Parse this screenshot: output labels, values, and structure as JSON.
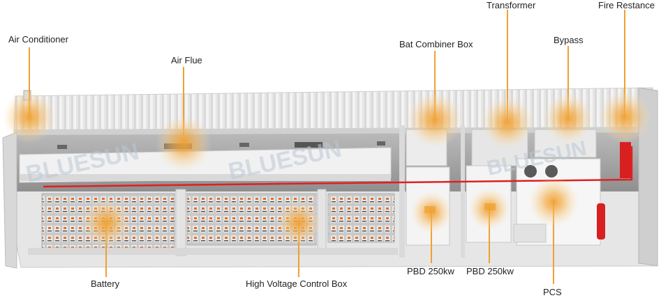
{
  "watermark": "BLUESUN",
  "accent_color": "#f0a030",
  "pipe_color": "#e02020",
  "callouts": [
    {
      "id": "air-conditioner",
      "label": "Air Conditioner"
    },
    {
      "id": "air-flue",
      "label": "Air Flue"
    },
    {
      "id": "battery",
      "label": "Battery"
    },
    {
      "id": "high-voltage-control-box",
      "label": "High Voltage Control Box"
    },
    {
      "id": "bat-combiner-box",
      "label": "Bat Combiner Box"
    },
    {
      "id": "transformer",
      "label": "Transformer"
    },
    {
      "id": "bypass",
      "label": "Bypass"
    },
    {
      "id": "fire-restance",
      "label": "Fire Restance"
    },
    {
      "id": "pbd-1",
      "label": "PBD 250kw"
    },
    {
      "id": "pbd-2",
      "label": "PBD 250kw"
    },
    {
      "id": "pcs",
      "label": "PCS"
    }
  ]
}
